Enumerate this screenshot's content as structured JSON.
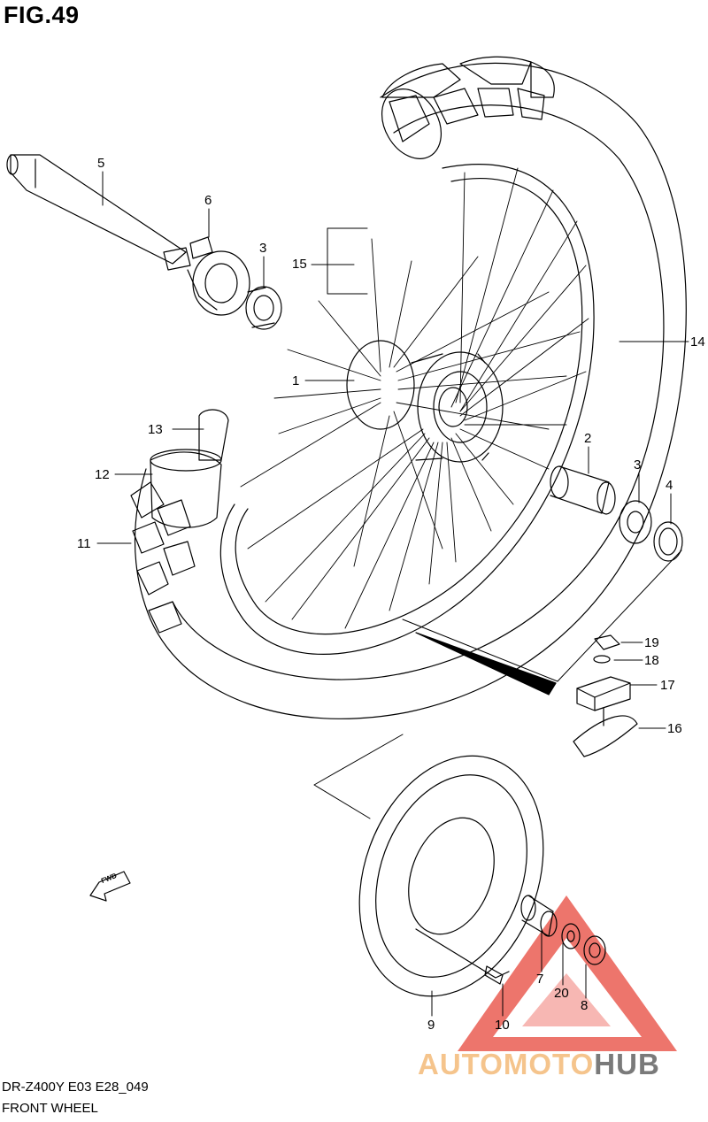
{
  "figure": {
    "title": "FIG.49",
    "model_code": "DR-Z400Y E03 E28_049",
    "name": "FRONT WHEEL"
  },
  "direction_badge": "FWD",
  "watermark": {
    "part1": "AUTOMOTO",
    "part2": "HUB",
    "color1": "#f5c48c",
    "color2": "#7a7a7a",
    "triangle_color": "#e8473c"
  },
  "callouts": [
    "1",
    "2",
    "3",
    "3",
    "4",
    "5",
    "6",
    "7",
    "8",
    "9",
    "10",
    "11",
    "12",
    "13",
    "14",
    "15",
    "16",
    "17",
    "18",
    "19",
    "20"
  ]
}
